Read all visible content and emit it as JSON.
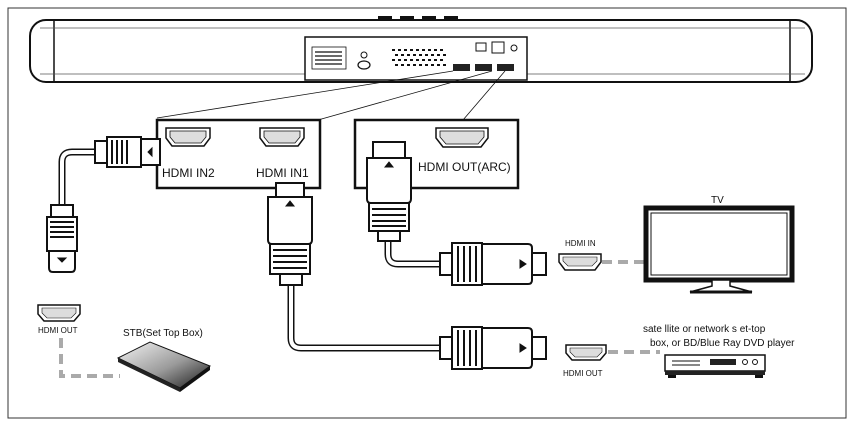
{
  "ports": {
    "hdmi_in2": "HDMI IN2",
    "hdmi_in1": "HDMI IN1",
    "hdmi_out_arc": "HDMI OUT(ARC)"
  },
  "devices": {
    "tv_title": "TV",
    "tv_port": "HDMI IN",
    "stb_title": "STB(Set Top Box)",
    "stb_port": "HDMI OUT",
    "player_title_line1": "sate llite or network s   et-top",
    "player_title_line2": "box, or BD/Blue Ray DVD player",
    "player_port": "HDMI OUT"
  }
}
